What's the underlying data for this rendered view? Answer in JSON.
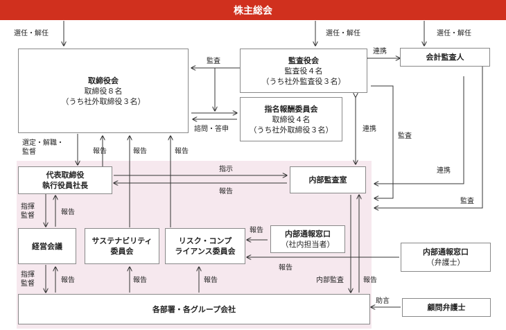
{
  "banner": "株主総会",
  "boxes": {
    "board": {
      "title": "取締役会",
      "line1": "取締役８名",
      "line2": "（うち社外取締役３名）"
    },
    "auditboard": {
      "title": "監査役会",
      "line1": "監査役４名",
      "line2": "（うち社外監査役３名）"
    },
    "nomination": {
      "title": "指名報酬委員会",
      "line1": "取締役４名",
      "line2": "（うち社外取締役３名）"
    },
    "accounting_auditor": {
      "title": "会計監査人"
    },
    "president": {
      "line1": "代表取締役",
      "line2": "執行役員社長"
    },
    "internal_audit": {
      "title": "内部監査室"
    },
    "management": {
      "title": "経営会議"
    },
    "sustainability": {
      "line1": "サステナビリティ",
      "line2": "委員会"
    },
    "compliance": {
      "line1": "リスク・コンプ",
      "line2": "ライアンス委員会"
    },
    "whistle_internal": {
      "title": "内部通報窓口",
      "sub": "（社内担当者）"
    },
    "whistle_external": {
      "title": "内部通報窓口",
      "sub": "（弁護士）"
    },
    "departments": {
      "title": "各部署・各グループ会社"
    },
    "counsel": {
      "title": "顧問弁護士"
    }
  },
  "labels": {
    "elect1": "選任・解任",
    "elect2": "選任・解任",
    "elect3": "選任・解任",
    "audit_top": "監査",
    "coop1": "連携",
    "consult": "諮問・答申",
    "select": "選定・解職・",
    "supervise": "監督",
    "report_board1": "報告",
    "report_board2": "報告",
    "report_board3": "報告",
    "coop2": "連携",
    "audit_right": "監査",
    "instruct": "指示",
    "report_pres": "報告",
    "coop3": "連携",
    "audit_far": "監査",
    "direct1": "指揮",
    "supervise1": "監督",
    "report_mgmt": "報告",
    "report_whistle": "報告",
    "report_ext": "報告",
    "direct2": "指揮",
    "supervise2": "監督",
    "report_dept1": "報告",
    "report_dept2": "報告",
    "report_dept3": "報告",
    "internal_audit_lbl": "内部監査",
    "report_ia": "報告",
    "advice": "助言"
  }
}
